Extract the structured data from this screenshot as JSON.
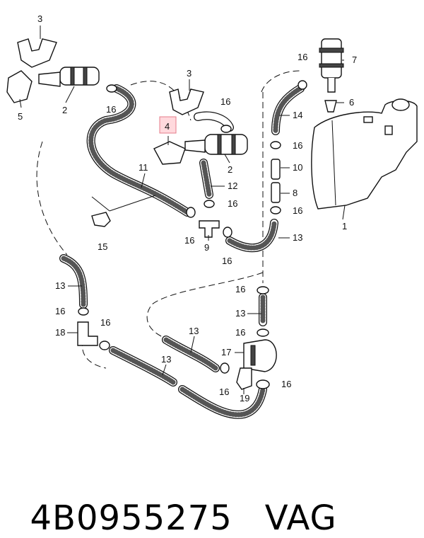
{
  "callouts": [
    "1",
    "2",
    "3",
    "4",
    "5",
    "6",
    "7",
    "8",
    "9",
    "10",
    "11",
    "12",
    "13",
    "14",
    "15",
    "16",
    "17",
    "18",
    "19"
  ],
  "footer": {
    "part_number": "4B0955275",
    "brand": "VAG"
  }
}
